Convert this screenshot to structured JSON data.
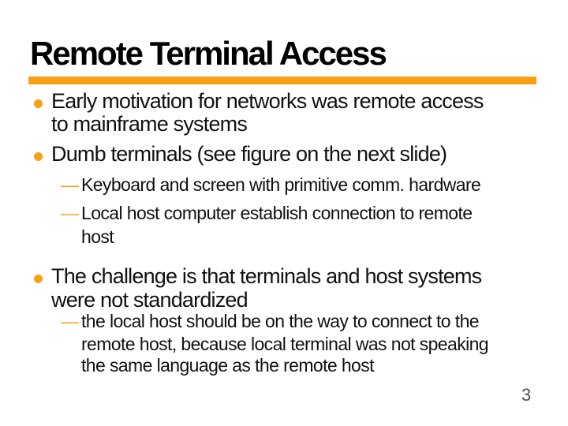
{
  "slide": {
    "title": "Remote Terminal Access",
    "page_number": "3",
    "colors": {
      "accent_orange": "#F7A014",
      "title_color": "#000000",
      "body_text": "#111111",
      "page_number_gray": "#4f4f4f",
      "background": "#ffffff"
    },
    "bullets": [
      {
        "level": 1,
        "lines": [
          "Early motivation for networks was remote access",
          "to mainframe systems"
        ]
      },
      {
        "level": 1,
        "lines": [
          "Dumb terminals (see figure on the next slide)"
        ]
      },
      {
        "level": 2,
        "dash": "—",
        "lines": [
          "Keyboard and screen with primitive comm. hardware"
        ]
      },
      {
        "level": 2,
        "dash": "—",
        "lines": [
          "Local host computer establish connection to remote",
          "host"
        ]
      },
      {
        "level": 1,
        "lines": [
          "The challenge is that terminals and host systems",
          "were not standardized"
        ]
      },
      {
        "level": 2,
        "dash": "—",
        "lines": [
          "the local host should be on the way to connect to the",
          "remote host, because local terminal was not speaking",
          "the same language as the remote host"
        ]
      }
    ]
  }
}
